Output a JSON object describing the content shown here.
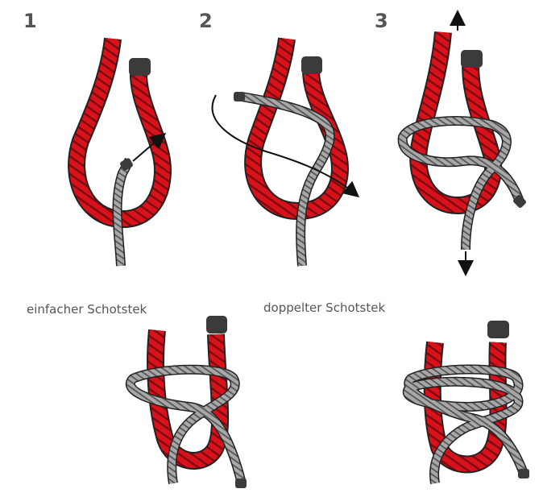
{
  "steps": [
    "1",
    "2",
    "3"
  ],
  "captions": {
    "single": "einfacher Schotstek",
    "double": "doppelter Schotstek"
  },
  "colors": {
    "red_rope": "#d8121b",
    "red_stripe": "#7a0a0f",
    "gray_rope": "#a8a8a8",
    "gray_stripe": "#555555",
    "rope_end": "#3b3b3b",
    "arrow": "#111111"
  }
}
